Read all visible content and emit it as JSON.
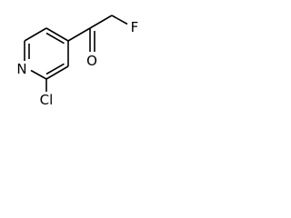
{
  "molecule": {
    "atoms": {
      "nitrogen": "N",
      "chlorine": "Cl",
      "oxygen": "O",
      "fluorine": "F"
    },
    "colors": {
      "bond": "#000000",
      "label": "#000000",
      "background": "#ffffff"
    }
  }
}
